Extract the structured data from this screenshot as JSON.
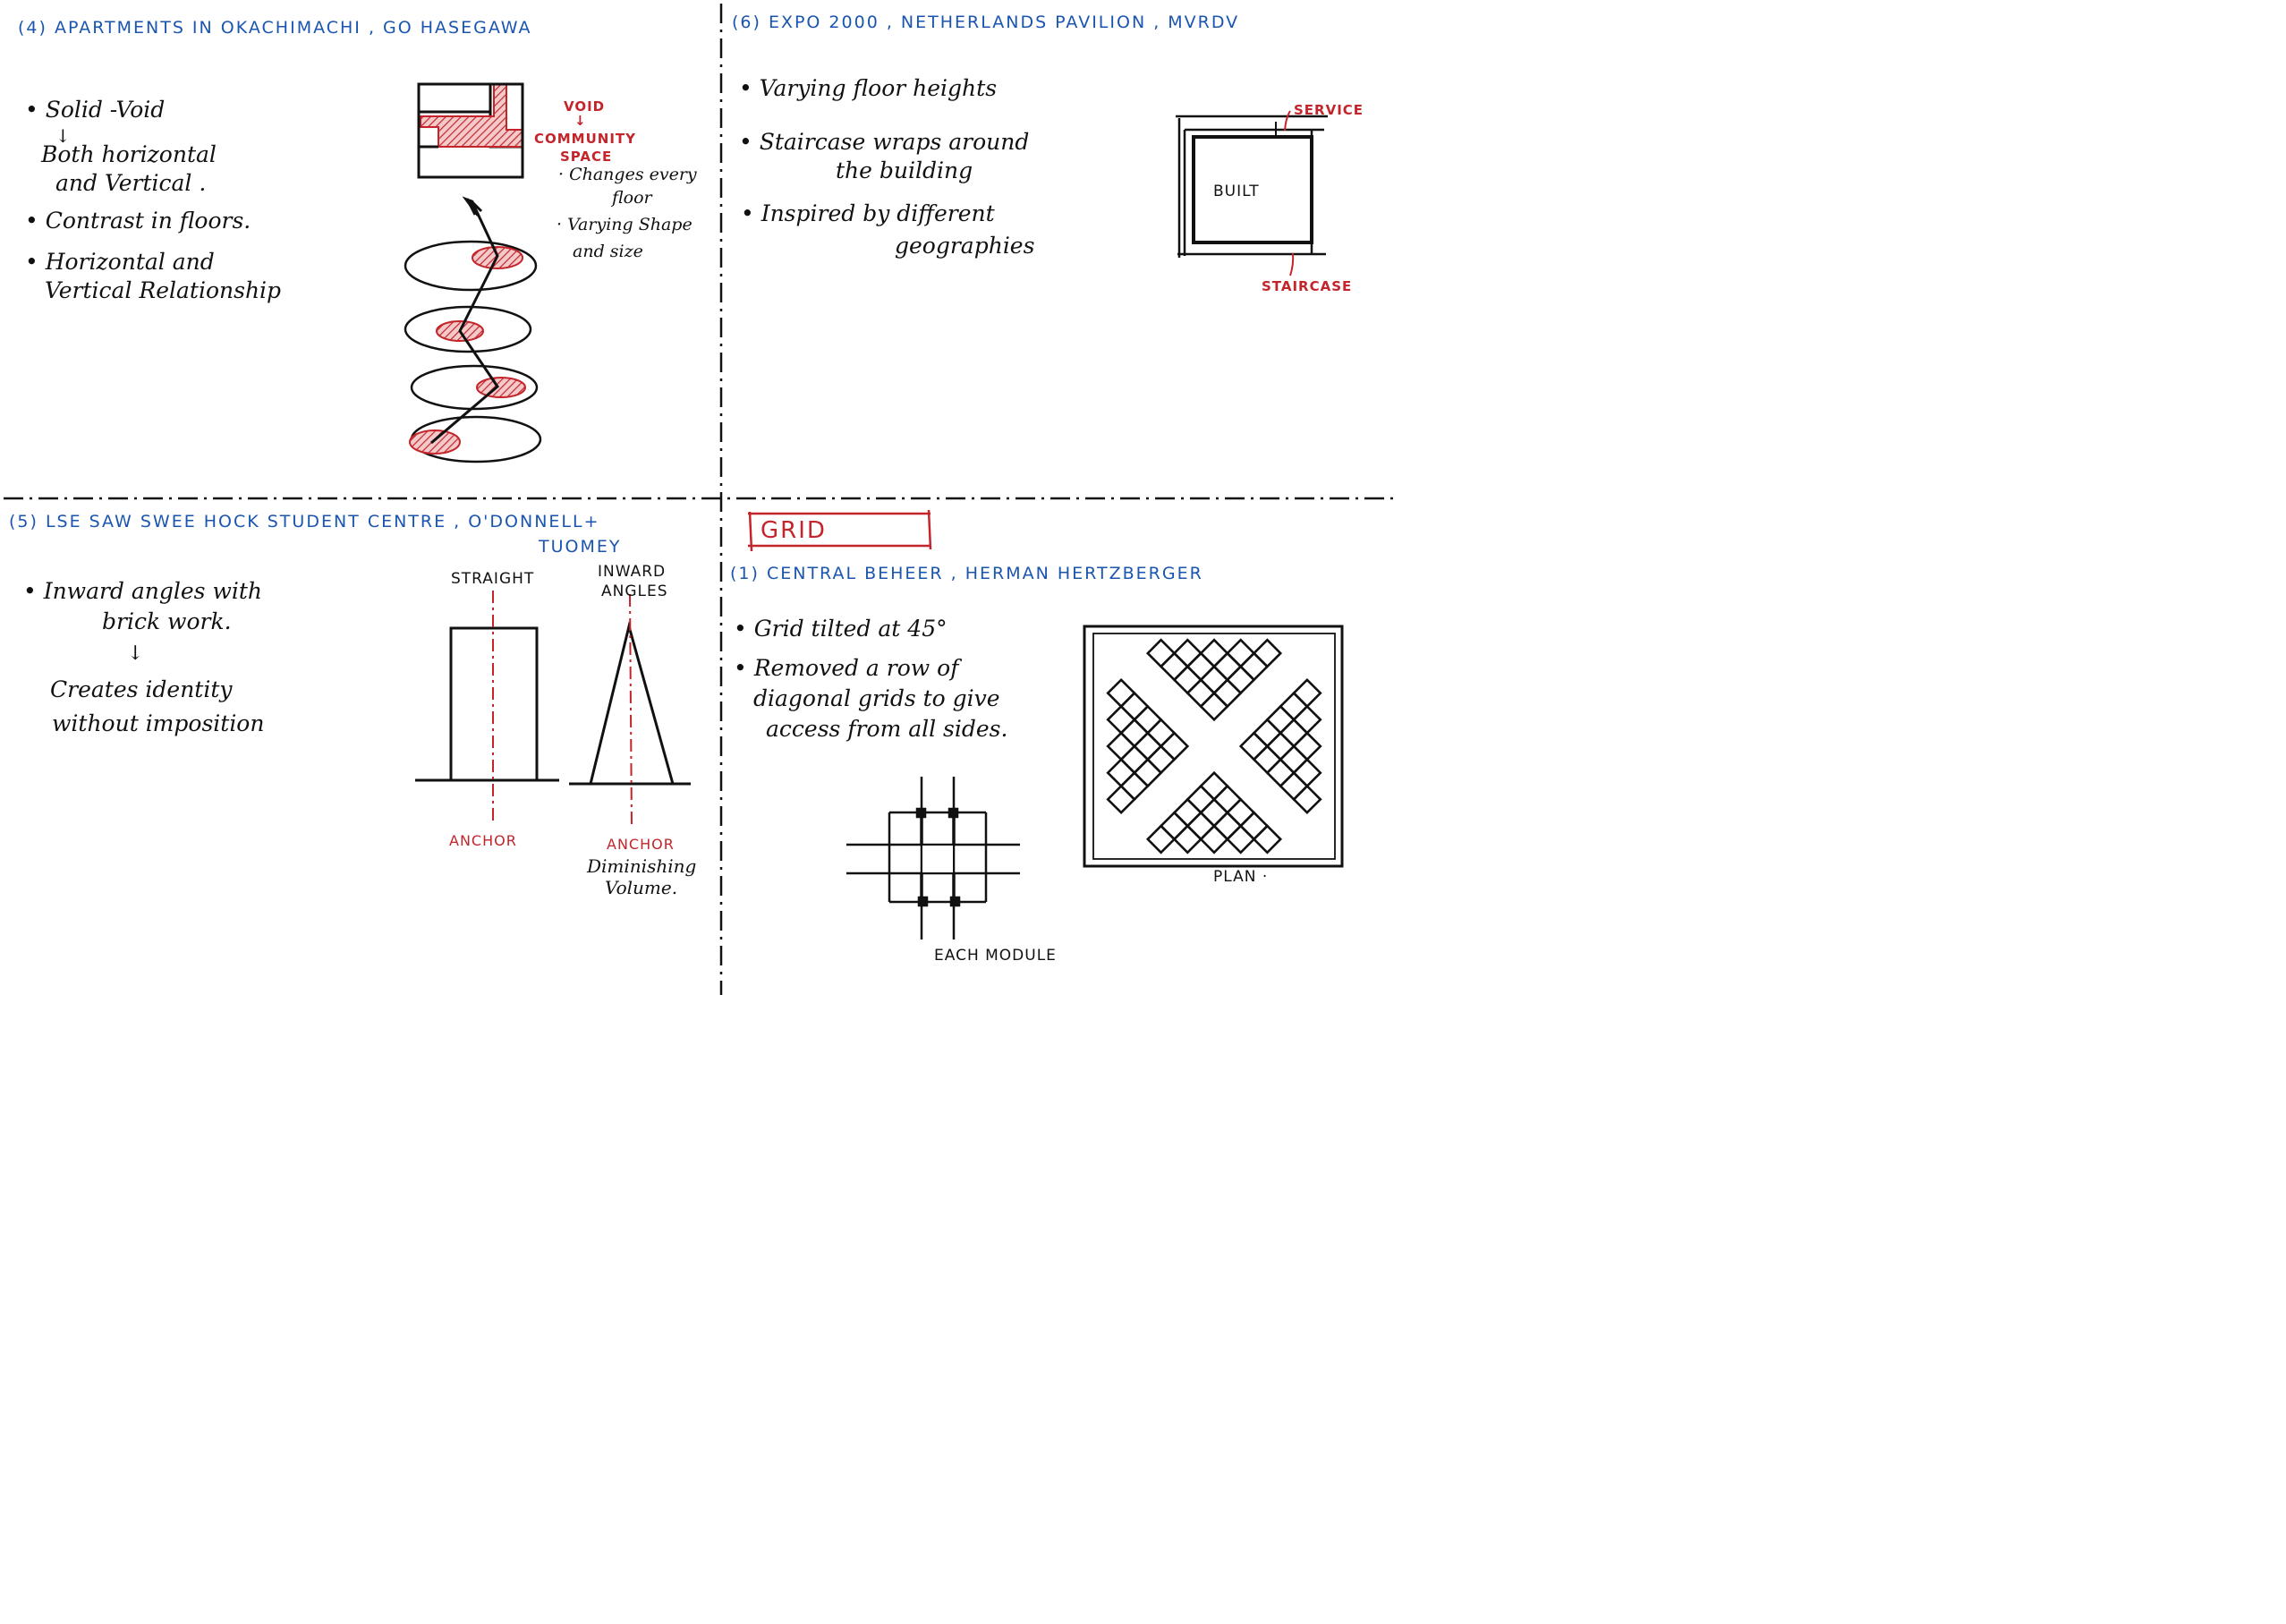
{
  "sketch_a": {
    "title": "(4) APARTMENTS IN OKACHIMACHI , GO HASEGAWA",
    "notes": [
      "• Solid -Void",
      "↓",
      "Both horizontal",
      "and Vertical .",
      "• Contrast in floors.",
      "• Horizontal and",
      "Vertical Relationship"
    ],
    "void_label": "VOID",
    "arrow": "↓",
    "community_label": "COMMUNITY",
    "space_label": "SPACE",
    "side_notes": [
      "· Changes every",
      "floor",
      "· Varying Shape",
      "and size"
    ]
  },
  "sketch_b": {
    "title": "(6) EXPO 2000 , NETHERLANDS PAVILION , MVRDV",
    "notes": [
      "• Varying floor heights",
      "• Staircase wraps around",
      "the building",
      "• Inspired by different",
      "geographies"
    ],
    "service_label": "SERVICE",
    "built_label": "BUILT",
    "staircase_label": "STAIRCASE"
  },
  "sketch_c": {
    "title": "(5) LSE SAW SWEE HOCK STUDENT CENTRE , O'DONNELL+",
    "title_cont": "TUOMEY",
    "notes": [
      "• Inward angles with",
      "brick work.",
      "↓",
      "Creates identity",
      "without imposition"
    ],
    "straight_label": "STRAIGHT",
    "inward_label_1": "INWARD",
    "inward_label_2": "ANGLES",
    "anchor_left": "ANCHOR",
    "anchor_right": "ANCHOR",
    "diminishing_1": "Diminishing",
    "diminishing_2": "Volume."
  },
  "sketch_d": {
    "grid_heading": "GRID",
    "title": "(1) CENTRAL BEHEER , HERMAN HERTZBERGER",
    "notes": [
      "• Grid tilted at 45°",
      "• Removed a row of",
      "diagonal grids to give",
      "access from all sides."
    ],
    "module_label": "EACH MODULE",
    "plan_label": "PLAN ·"
  },
  "colors": {
    "ink": "#111111",
    "blue": "#1a55b0",
    "red": "#c3252b"
  }
}
